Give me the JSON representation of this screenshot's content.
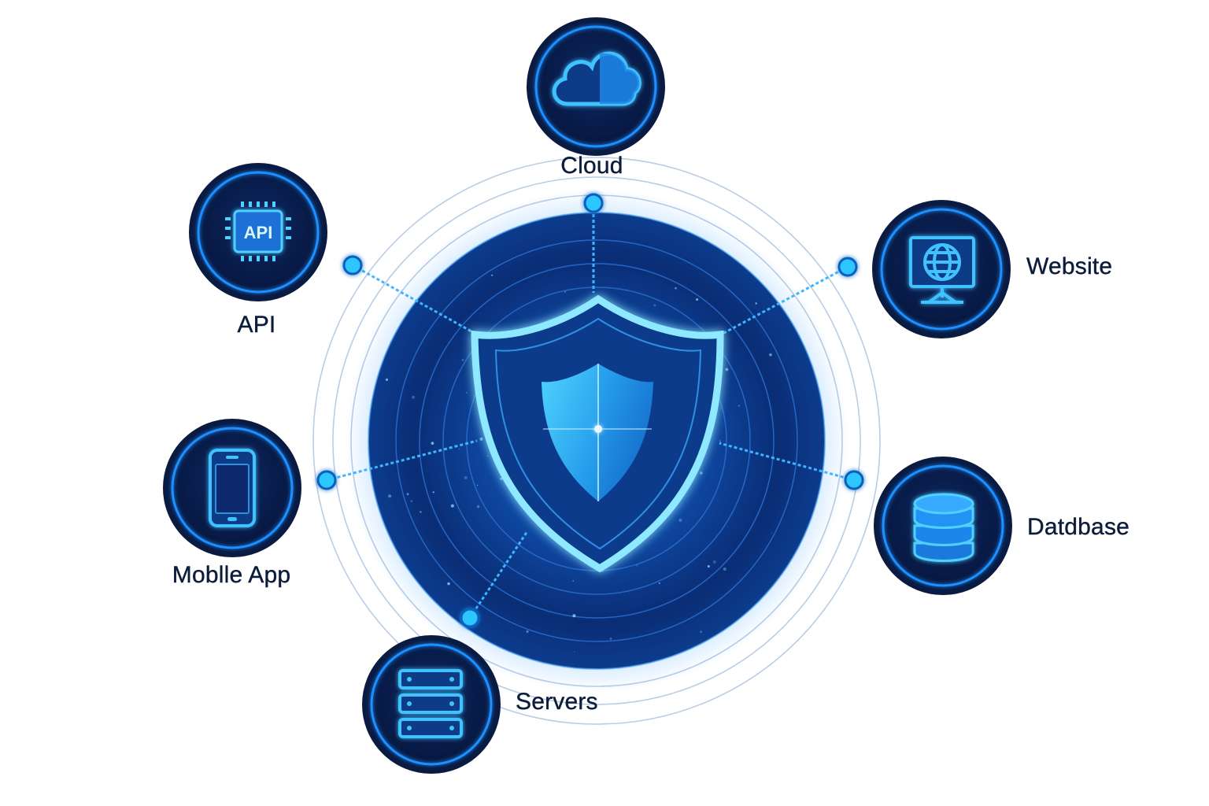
{
  "nodes": [
    {
      "id": "cloud",
      "label": "Cloud",
      "icon": "cloud-icon"
    },
    {
      "id": "api",
      "label": "API",
      "icon": "api-chip-icon",
      "icon_text": "API"
    },
    {
      "id": "website",
      "label": "Website",
      "icon": "globe-monitor-icon"
    },
    {
      "id": "mobile",
      "label": "Moblle App",
      "icon": "smartphone-icon"
    },
    {
      "id": "database",
      "label": "Datdbase",
      "icon": "database-icon"
    },
    {
      "id": "servers",
      "label": "Servers",
      "icon": "server-rack-icon"
    }
  ],
  "center": {
    "icon": "shield-icon"
  },
  "colors": {
    "background": "#ffffff",
    "node_fill": "#07183f",
    "node_ring": "#1e90ff",
    "glow": "#39c2ff",
    "text": "#0c1d3c",
    "orbit_line": "#b9cde4"
  }
}
